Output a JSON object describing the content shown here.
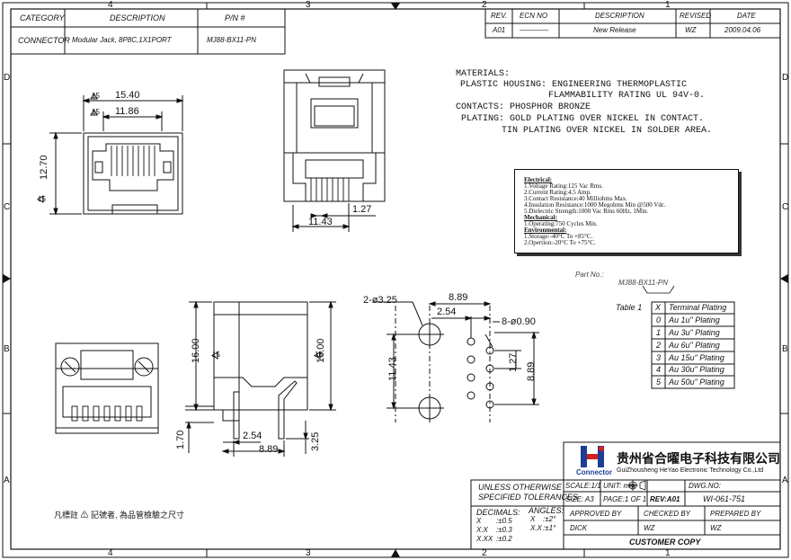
{
  "title_block_top": {
    "headers": {
      "category": "CATEGORY",
      "description": "DESCRIPTION",
      "pn": "P/N #"
    },
    "values": {
      "category": "CONNECTOR",
      "description": "Modular Jack, 8P8C,1X1PORT",
      "pn": "MJ88-BX11-PN"
    }
  },
  "revision_block": {
    "headers": {
      "rev": "REV.",
      "ecn": "ECN NO",
      "description": "DESCRIPTION",
      "revised": "REVISED",
      "date": "DATE"
    },
    "row": {
      "rev": "A01",
      "ecn": "————",
      "description": "New Release",
      "revised": "WZ",
      "date": "2009.04.06"
    }
  },
  "zone_labels": {
    "columns": [
      "4",
      "3",
      "2",
      "1"
    ],
    "rows": [
      "D",
      "C",
      "B",
      "A"
    ]
  },
  "materials": {
    "heading": "MATERIALS:",
    "lines": [
      "PLASTIC HOUSING: ENGINEERING THERMOPLASTIC",
      "FLAMMABILITY RATING UL 94V-0.",
      "CONTACTS: PHOSPHOR BRONZE",
      "PLATING: GOLD PLATING OVER NICKEL IN CONTACT.",
      "TIN PLATING OVER NICKEL IN SOLDER AREA."
    ]
  },
  "specs": {
    "electrical_heading": "Electrical:",
    "electrical": [
      "1.Voltage Rating:125 Vac Rms.",
      "2.Current Rating:4.5 Amp.",
      "3.Contact Resistance:40 Milliohms Max.",
      "4.Insulation Resistance:1000 Megohms Min @500 Vdc.",
      "5.Dielectric Strength:1000 Vac Rms 60Hz, 1Min."
    ],
    "mechanical_heading": "Mechanical:",
    "mechanical": [
      "1.Operating:750 Cycles Min."
    ],
    "environmental_heading": "Environmental:",
    "environmental": [
      "1.Storage:-40°C To +85°C.",
      "2.Opertion:-20°C To +75°C."
    ]
  },
  "part_no": {
    "label": "Part No.:",
    "value": "MJ88-BX11-PN"
  },
  "plating_table": {
    "caption": "Table 1",
    "header": [
      "X",
      "Terminal Plating"
    ],
    "rows": [
      [
        "0",
        "Au 1u\" Plating"
      ],
      [
        "1",
        "Au 3u\" Plating"
      ],
      [
        "2",
        "Au 6u\" Plating"
      ],
      [
        "3",
        "Au 15u\" Plating"
      ],
      [
        "4",
        "Au 30u\" Plating"
      ],
      [
        "5",
        "Au 50u\" Plating"
      ]
    ]
  },
  "dimensions": {
    "front_w_outer": "15.40",
    "front_w_inner": "11.86",
    "front_h": "12.70",
    "side_pin_pitch": "1.27",
    "side_pin_span": "11.43",
    "footprint_holes": "2-ø3.25",
    "footprint_w": "8.89",
    "footprint_offset": "2.54",
    "footprint_pins": "8-ø0.90",
    "footprint_h": "11.43",
    "footprint_pitch": "1.27",
    "footprint_h2": "8.89",
    "side2_h": "16.00",
    "side2_h_right": "16.00",
    "side2_pin_len": "1.70",
    "side2_pin_off": "2.54",
    "side2_pin_span": "8.89",
    "side2_pin_len2": "3.25",
    "tol_marks": [
      "15",
      "15",
      "15",
      "15",
      "15"
    ]
  },
  "company": {
    "name_cn": "贵州省合曜电子科技有限公司",
    "name_en": "GuiZhousheng HeYao Electronic Technology Co.,Ltd",
    "logo_text": "Connector"
  },
  "title_block_bottom": {
    "unless": "UNLESS OTHERWISE",
    "specified": "SPECIFIED TOLERANCES",
    "decimals_label": "DECIMALS:",
    "decimals": [
      [
        "X",
        ":±0.5"
      ],
      [
        "X.X",
        ":±0.3"
      ],
      [
        "X.XX",
        ":±0.2"
      ]
    ],
    "angles_label": "ANGLES:",
    "angles": [
      [
        "X",
        ":±2°"
      ],
      [
        "X.X",
        ":±1°"
      ]
    ],
    "scale": "SCALE:1/1",
    "unit": "UNIT: mm",
    "dwg_no_label": "DWG.NO:",
    "size": "SIZE: A3",
    "page": "PAGE:1 OF 1",
    "rev": "REV:A01",
    "dwg_no": "WI-061-751",
    "approved_by": "APPROVED BY",
    "checked_by": "CHECKED BY",
    "prepared_by": "PREPARED BY",
    "approved_name": "DICK",
    "checked_name": "WZ",
    "prepared_name": "WZ",
    "customer_copy": "CUSTOMER COPY"
  },
  "note": {
    "mark": "15",
    "text": "凡標註 ⚠ 記號者, 為品管檢驗之尺寸"
  }
}
